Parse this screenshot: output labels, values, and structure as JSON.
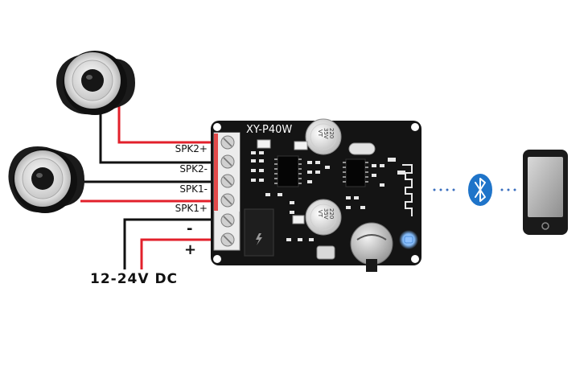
{
  "board": {
    "model": "XY-P40W"
  },
  "terminals": {
    "spk2_plus": "SPK2+",
    "spk2_minus": "SPK2-",
    "spk1_minus": "SPK1-",
    "spk1_plus": "SPK1+",
    "power_minus": "-",
    "power_plus": "+"
  },
  "power": {
    "label": "12-24V DC"
  },
  "capacitors": {
    "top": {
      "value": "220",
      "voltage": "35V",
      "series": "VT"
    },
    "bottom": {
      "value": "220",
      "voltage": "35V",
      "series": "VT"
    }
  },
  "colors": {
    "wire_red": "#e2202b",
    "wire_black": "#111111",
    "pcb": "#141414",
    "terminal_red": "#e24a4a",
    "bluetooth_blue": "#1f74c9",
    "dots": "#3b6fbf",
    "led_blue": "#8fc2ff"
  },
  "icons": {
    "speaker_top": "speaker-icon",
    "speaker_left": "speaker-icon",
    "bluetooth": "bluetooth-icon",
    "phone": "smartphone-icon"
  }
}
